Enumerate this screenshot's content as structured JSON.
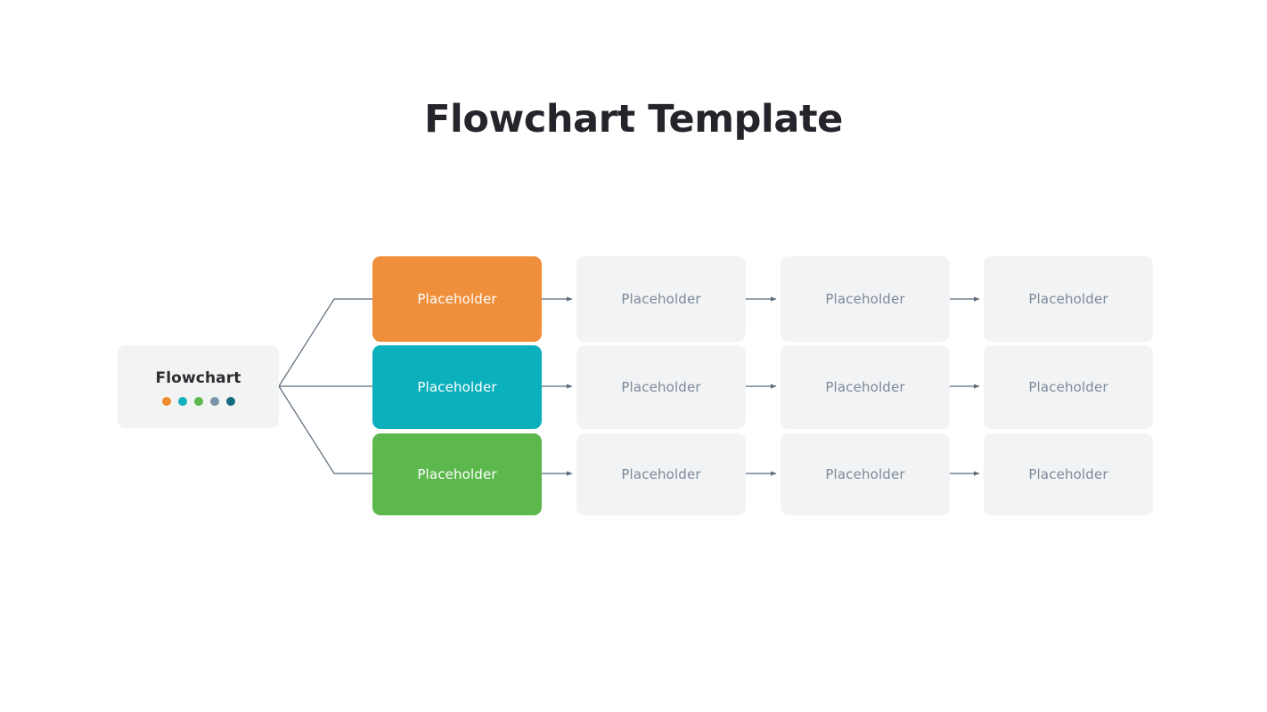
{
  "page": {
    "title": "Flowchart Template",
    "background": "#ffffff"
  },
  "palette": {
    "title_color": "#24252a",
    "root_bg": "#f2f3f3",
    "root_text": "#2c2d31",
    "plain_bg": "#f2f3f4",
    "plain_text": "#7c8a99",
    "connector": "#5b6b7b",
    "orange": "#ef8f3c",
    "teal": "#0cb0bd",
    "green": "#5cb84c",
    "slate": "#7b93a6",
    "deep_teal": "#136b80"
  },
  "root": {
    "label": "Flowchart",
    "dots": [
      {
        "name": "dot-orange",
        "color": "#ee8b2e"
      },
      {
        "name": "dot-teal",
        "color": "#13b0bd"
      },
      {
        "name": "dot-green",
        "color": "#5cb84c"
      },
      {
        "name": "dot-slate",
        "color": "#7b93a6"
      },
      {
        "name": "dot-deep-teal",
        "color": "#136b80"
      }
    ]
  },
  "rows": [
    {
      "id": "row-1",
      "accent_color": "#ef8f3c",
      "nodes": [
        {
          "label": "Placeholder",
          "style": "colored"
        },
        {
          "label": "Placeholder",
          "style": "plain"
        },
        {
          "label": "Placeholder",
          "style": "plain"
        },
        {
          "label": "Placeholder",
          "style": "plain"
        }
      ]
    },
    {
      "id": "row-2",
      "accent_color": "#0cb0bd",
      "nodes": [
        {
          "label": "Placeholder",
          "style": "colored"
        },
        {
          "label": "Placeholder",
          "style": "plain"
        },
        {
          "label": "Placeholder",
          "style": "plain"
        },
        {
          "label": "Placeholder",
          "style": "plain"
        }
      ]
    },
    {
      "id": "row-3",
      "accent_color": "#5cb84c",
      "nodes": [
        {
          "label": "Placeholder",
          "style": "colored"
        },
        {
          "label": "Placeholder",
          "style": "plain"
        },
        {
          "label": "Placeholder",
          "style": "plain"
        },
        {
          "label": "Placeholder",
          "style": "plain"
        }
      ]
    }
  ],
  "chart_data": {
    "type": "diagram",
    "diagram_kind": "flowchart",
    "title": "Flowchart Template",
    "root_node": "Flowchart",
    "branches": 3,
    "stages_per_branch": 4,
    "node_text": "Placeholder",
    "branch_colors": [
      "#ef8f3c",
      "#0cb0bd",
      "#5cb84c"
    ],
    "connector_color": "#5b6b7b",
    "arrow_style": "single-head",
    "flow_direction": "left-to-right"
  }
}
